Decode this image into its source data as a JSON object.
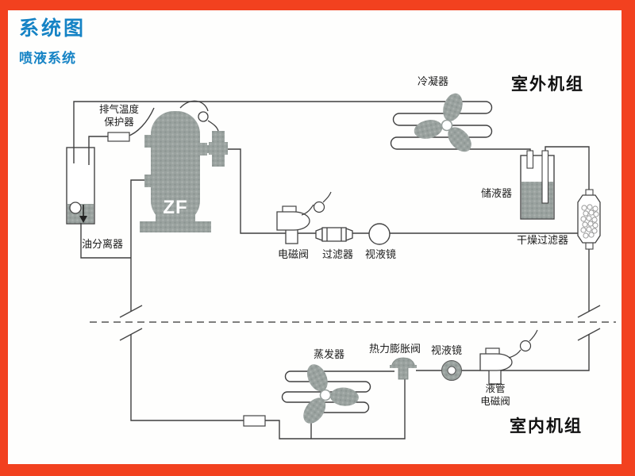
{
  "page": {
    "title": "系统图",
    "subtitle": "喷液系统",
    "border_color": "#f2411f",
    "title_color": "#1583c5"
  },
  "sections": {
    "outdoor_unit": "室外机组",
    "indoor_unit": "室内机组"
  },
  "components": {
    "discharge_temp_protector": "排气温度\n保护器",
    "oil_separator": "油分离器",
    "compressor_model": "ZF",
    "condenser": "冷凝器",
    "receiver": "储液器",
    "filter_drier": "干燥过滤器",
    "injection_solenoid_valve": "电磁阀",
    "injection_filter": "过滤器",
    "sight_glass_outdoor": "视液镜",
    "evaporator": "蒸发器",
    "thermal_expansion_valve": "热力膨胀阀",
    "sight_glass_indoor": "视液镜",
    "liquid_line_solenoid_valve": "液管\n电磁阀"
  },
  "colors": {
    "component_gray": "#9aa29f",
    "pipe_line": "#3f3f3f",
    "background": "#fefefd"
  }
}
